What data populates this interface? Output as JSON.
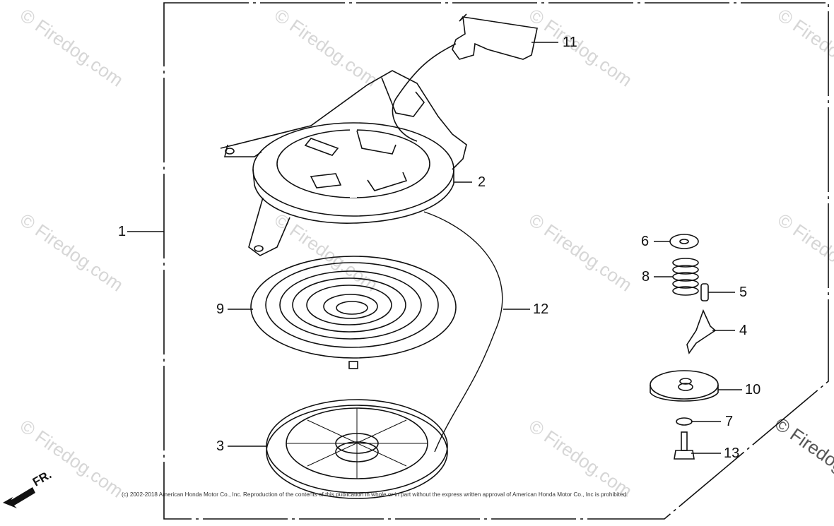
{
  "watermark": {
    "text": "© Firedog.com",
    "partial_text": "© Firedog"
  },
  "callouts": [
    {
      "id": "1",
      "label": "1"
    },
    {
      "id": "2",
      "label": "2"
    },
    {
      "id": "3",
      "label": "3"
    },
    {
      "id": "4",
      "label": "4"
    },
    {
      "id": "5",
      "label": "5"
    },
    {
      "id": "6",
      "label": "6"
    },
    {
      "id": "7",
      "label": "7"
    },
    {
      "id": "8",
      "label": "8"
    },
    {
      "id": "9",
      "label": "9"
    },
    {
      "id": "10",
      "label": "10"
    },
    {
      "id": "11",
      "label": "11"
    },
    {
      "id": "12",
      "label": "12"
    },
    {
      "id": "13",
      "label": "13"
    }
  ],
  "direction_label": "FR.",
  "copyright": "(c) 2002-2018 American Honda Motor Co., Inc. Reproduction of the contents of this publication in whole or in part without the express written approval of American Honda Motor Co., Inc is prohibited.",
  "colors": {
    "ink": "#111111",
    "watermark": "#d6d6d6",
    "background": "#ffffff"
  }
}
